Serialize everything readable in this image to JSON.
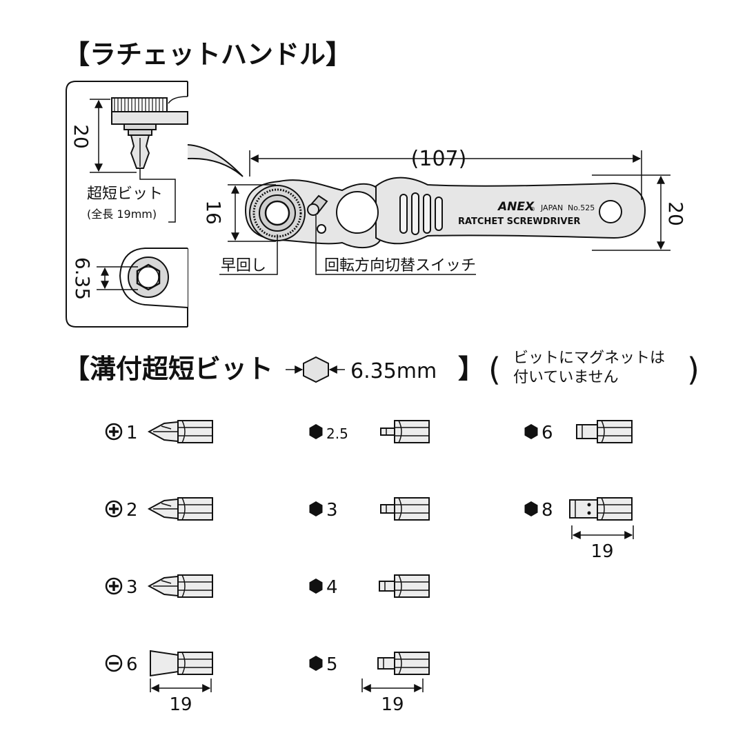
{
  "handle_section": {
    "title": "【ラチェットハンドル】",
    "dim_length": "(107)",
    "dim_handle_width": "20",
    "dim_head_width": "16",
    "dim_side_height": "20",
    "dim_socket": "6.35",
    "callout_bit_title": "超短ビット",
    "callout_bit_length": "(全長 19mm)",
    "callout_quick_spin": "早回し",
    "callout_switch": "回転方向切替スイッチ",
    "brand": "ANEX",
    "brand_mark": "®",
    "origin": "JAPAN",
    "model": "No.525",
    "product_name": "RATCHET SCREWDRIVER"
  },
  "bits_section": {
    "title": "【溝付超短ビット",
    "title_close": "】",
    "hex_size": "6.35mm",
    "note_line1": "ビットにマグネットは",
    "note_line2": "付いていません",
    "paren_open": "(",
    "paren_close": ")",
    "bit_length": "19"
  },
  "bits": [
    {
      "kind": "phillips",
      "label": "1"
    },
    {
      "kind": "phillips",
      "label": "2"
    },
    {
      "kind": "phillips",
      "label": "3"
    },
    {
      "kind": "slotted",
      "label": "6"
    },
    {
      "kind": "hex",
      "label": "2.5"
    },
    {
      "kind": "hex",
      "label": "3"
    },
    {
      "kind": "hex",
      "label": "4"
    },
    {
      "kind": "hex",
      "label": "5"
    },
    {
      "kind": "hex",
      "label": "6"
    },
    {
      "kind": "hex",
      "label": "8"
    }
  ]
}
